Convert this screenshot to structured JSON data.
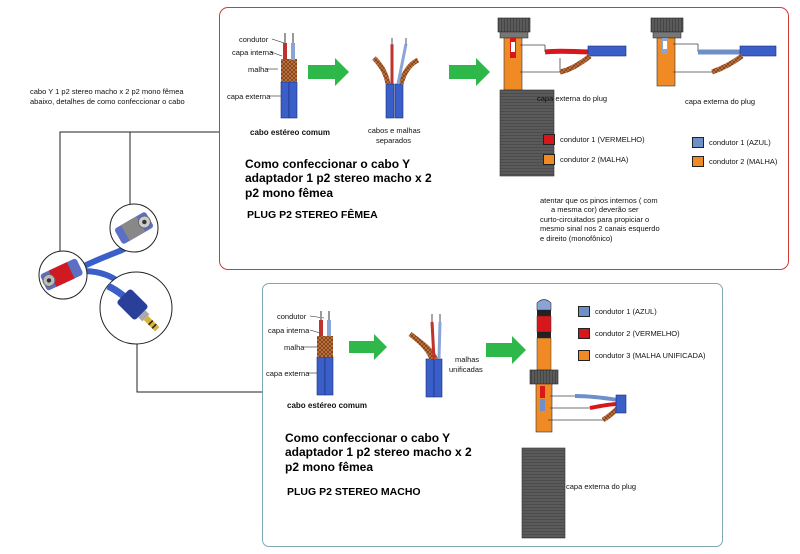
{
  "colors": {
    "red_frame": "#d23a3a",
    "blue_frame": "#7fa7b8",
    "cable_blue": "#3a5fc8",
    "copper": "#c87a45",
    "conductor_red": "#d8171c",
    "conductor_blue": "#6f8fc8",
    "mesh_orange": "#f08a25",
    "arrow_green": "#2eb84a",
    "plug_gray": "#555555"
  },
  "intro": {
    "line1": "cabo Y 1 p2 stereo macho x 2 p2 mono fêmea",
    "line2": "abaixo, detalhes de como confeccionar o cabo"
  },
  "female": {
    "label_condutor": "condutor",
    "label_capa_interna": "capa interna",
    "label_malha": "malha",
    "label_capa_externa": "capa externa",
    "caption_cable": "cabo estéreo comum",
    "caption_separated_1": "cabos e malhas",
    "caption_separated_2": "separados",
    "plug1_outer": "capa externa do plug",
    "plug2_outer": "capa externa do plug",
    "legend_p1": [
      "condutor 1 (VERMELHO)",
      "condutor 2 (MALHA)"
    ],
    "legend_p2": [
      "condutor 1 (AZUL)",
      "condutor 2 (MALHA)"
    ],
    "title_1": "Como confeccionar o cabo Y",
    "title_2": "adaptador 1 p2 stereo macho x 2",
    "title_3": "p2 mono fêmea",
    "plug_title": "PLUG P2 STEREO  FÊMEA",
    "note_1": "atentar que os pinos internos ( com",
    "note_2": "a mesma cor) deverão ser",
    "note_3": "curto-circuitados para propiciar o",
    "note_4": "mesmo sinal nos 2 canais esquerdo",
    "note_5": "e direito (monofônico)"
  },
  "male": {
    "label_condutor": "condutor",
    "label_capa_interna": "capa interna",
    "label_malha": "malha",
    "label_capa_externa": "capa externa",
    "caption_cable": "cabo estéreo comum",
    "caption_unified_1": "malhas",
    "caption_unified_2": "unificadas",
    "plug_outer": "capa externa do plug",
    "legend": [
      "condutor 1 (AZUL)",
      "condutor 2 (VERMELHO)",
      "condutor 3 (MALHA UNIFICADA)"
    ],
    "title_1": "Como confeccionar o cabo Y",
    "title_2": "adaptador 1 p2 stereo macho x 2",
    "title_3": "p2 mono fêmea",
    "plug_title": "PLUG P2 STEREO MACHO"
  }
}
